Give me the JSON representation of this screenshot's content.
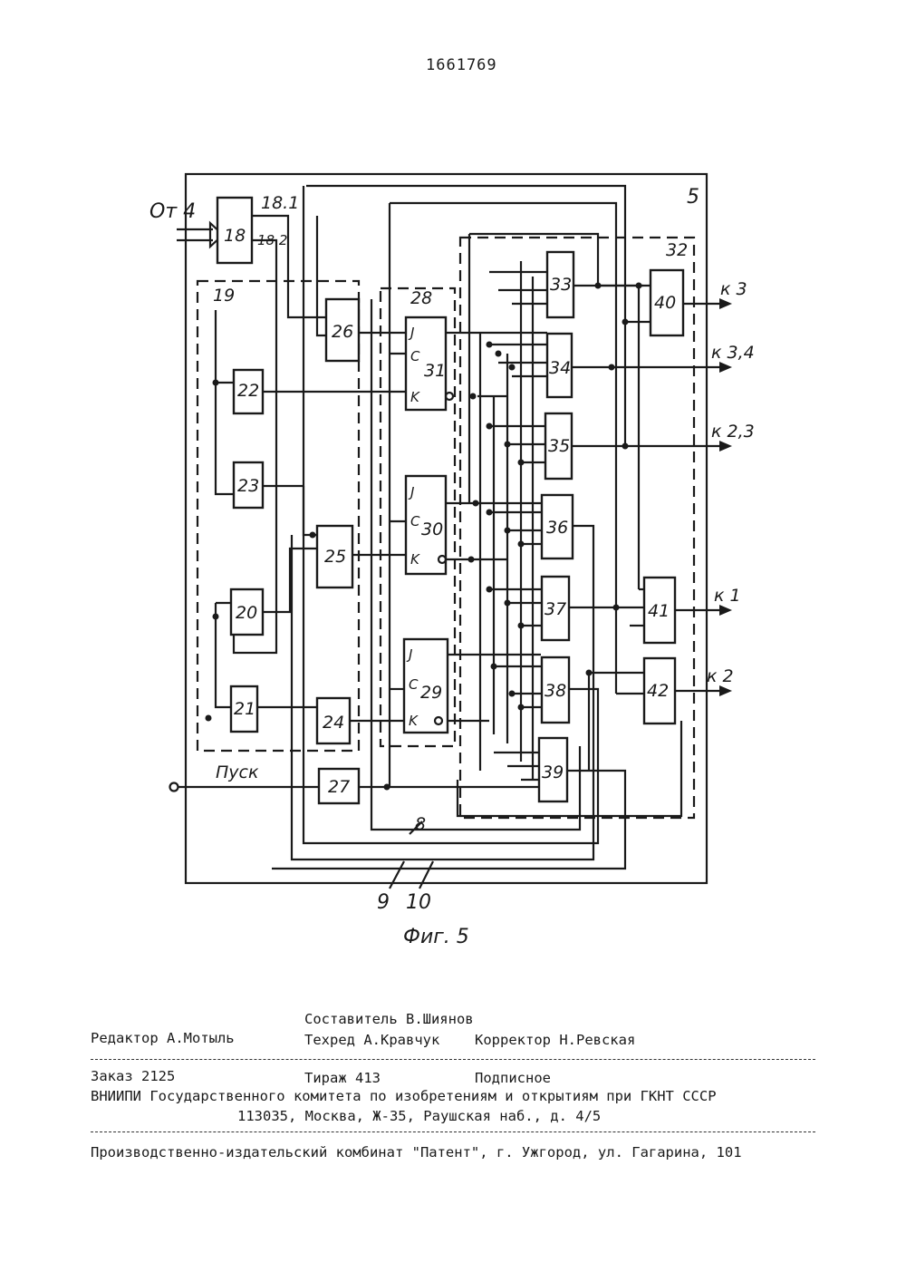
{
  "page_number": "1661769",
  "diagram": {
    "input_label": "От 4",
    "start_label": "Пуск",
    "figure_caption": "Фиг. 5",
    "frame_label": "5",
    "group_labels": {
      "g19": "19",
      "g28": "28",
      "g32": "32"
    },
    "bus_labels": {
      "b8": "8",
      "b9": "9",
      "b10": "10"
    },
    "output_labels": {
      "p181": "18.1",
      "p182": "18.2"
    },
    "outputs": [
      "к 3",
      "к 3,4",
      "к 2,3",
      "к 1",
      "к 2"
    ],
    "blocks": [
      "18",
      "20",
      "21",
      "22",
      "23",
      "24",
      "25",
      "26",
      "27",
      "29",
      "30",
      "31",
      "33",
      "34",
      "35",
      "36",
      "37",
      "38",
      "39",
      "40",
      "41",
      "42"
    ],
    "trigger_pins": [
      "J",
      "C",
      "K"
    ]
  },
  "footer": {
    "compiler": "Составитель В.Шиянов",
    "editor": "Редактор А.Мотыль",
    "techred": "Техред А.Кравчук",
    "corrector": "Корректор Н.Ревская",
    "order": "Заказ 2125",
    "circulation": "Тираж 413",
    "subscription": "Подписное",
    "org": "ВНИИПИ Государственного комитета по изобретениям и открытиям при ГКНТ СССР",
    "address": "113035, Москва, Ж-35, Раушская наб., д. 4/5",
    "plant": "Производственно-издательский комбинат \"Патент\", г. Ужгород, ул. Гагарина, 101"
  }
}
